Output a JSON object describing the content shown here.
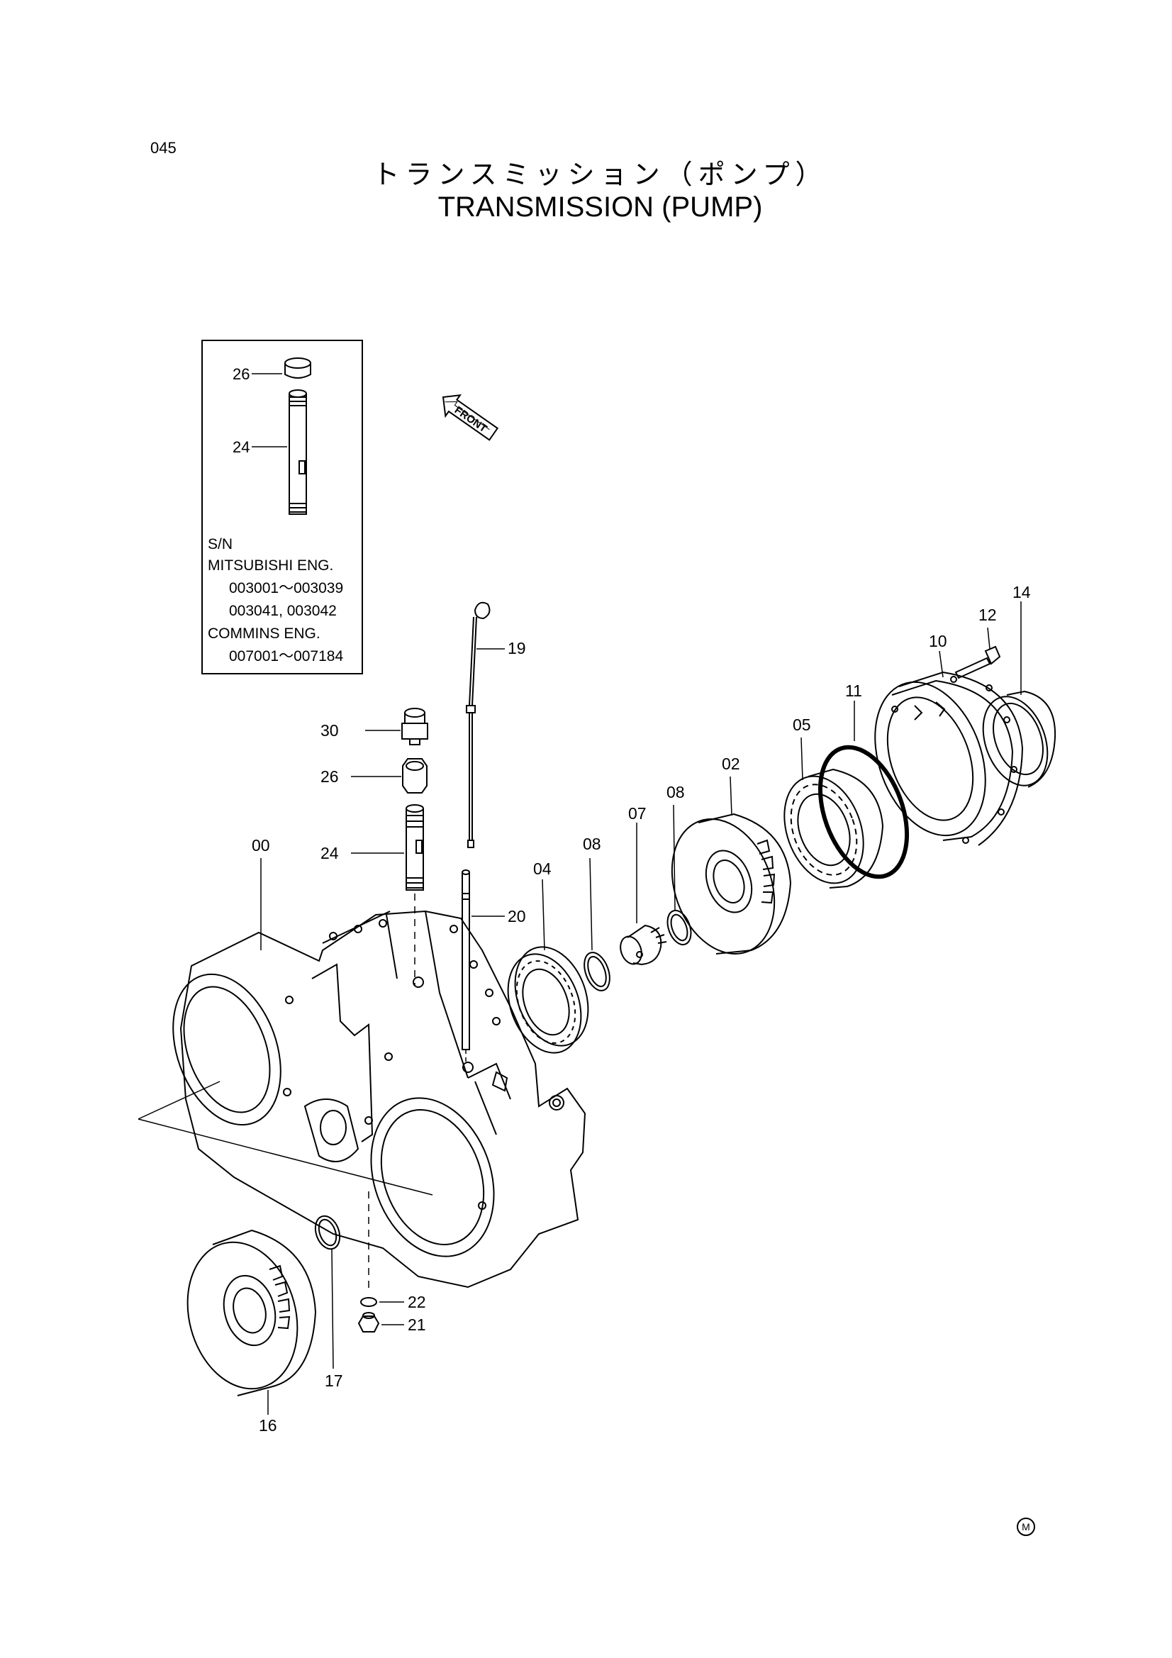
{
  "page": {
    "number": "045"
  },
  "title": {
    "japanese": "トランスミッション（ポンプ）",
    "english": "TRANSMISSION (PUMP)"
  },
  "front_label": "FRONT",
  "inset": {
    "callouts": [
      "26",
      "24"
    ],
    "serial_heading": "S/N",
    "engine_1": "MITSUBISHI ENG.",
    "range_1a": "003001～003039",
    "range_1b": "003041, 003042",
    "engine_2": "COMMINS ENG.",
    "range_2": "007001～007184"
  },
  "callouts": [
    "00",
    "02",
    "04",
    "05",
    "07",
    "08",
    "08",
    "10",
    "11",
    "12",
    "14",
    "16",
    "17",
    "19",
    "20",
    "21",
    "22",
    "24",
    "26",
    "30"
  ],
  "mark": "M"
}
